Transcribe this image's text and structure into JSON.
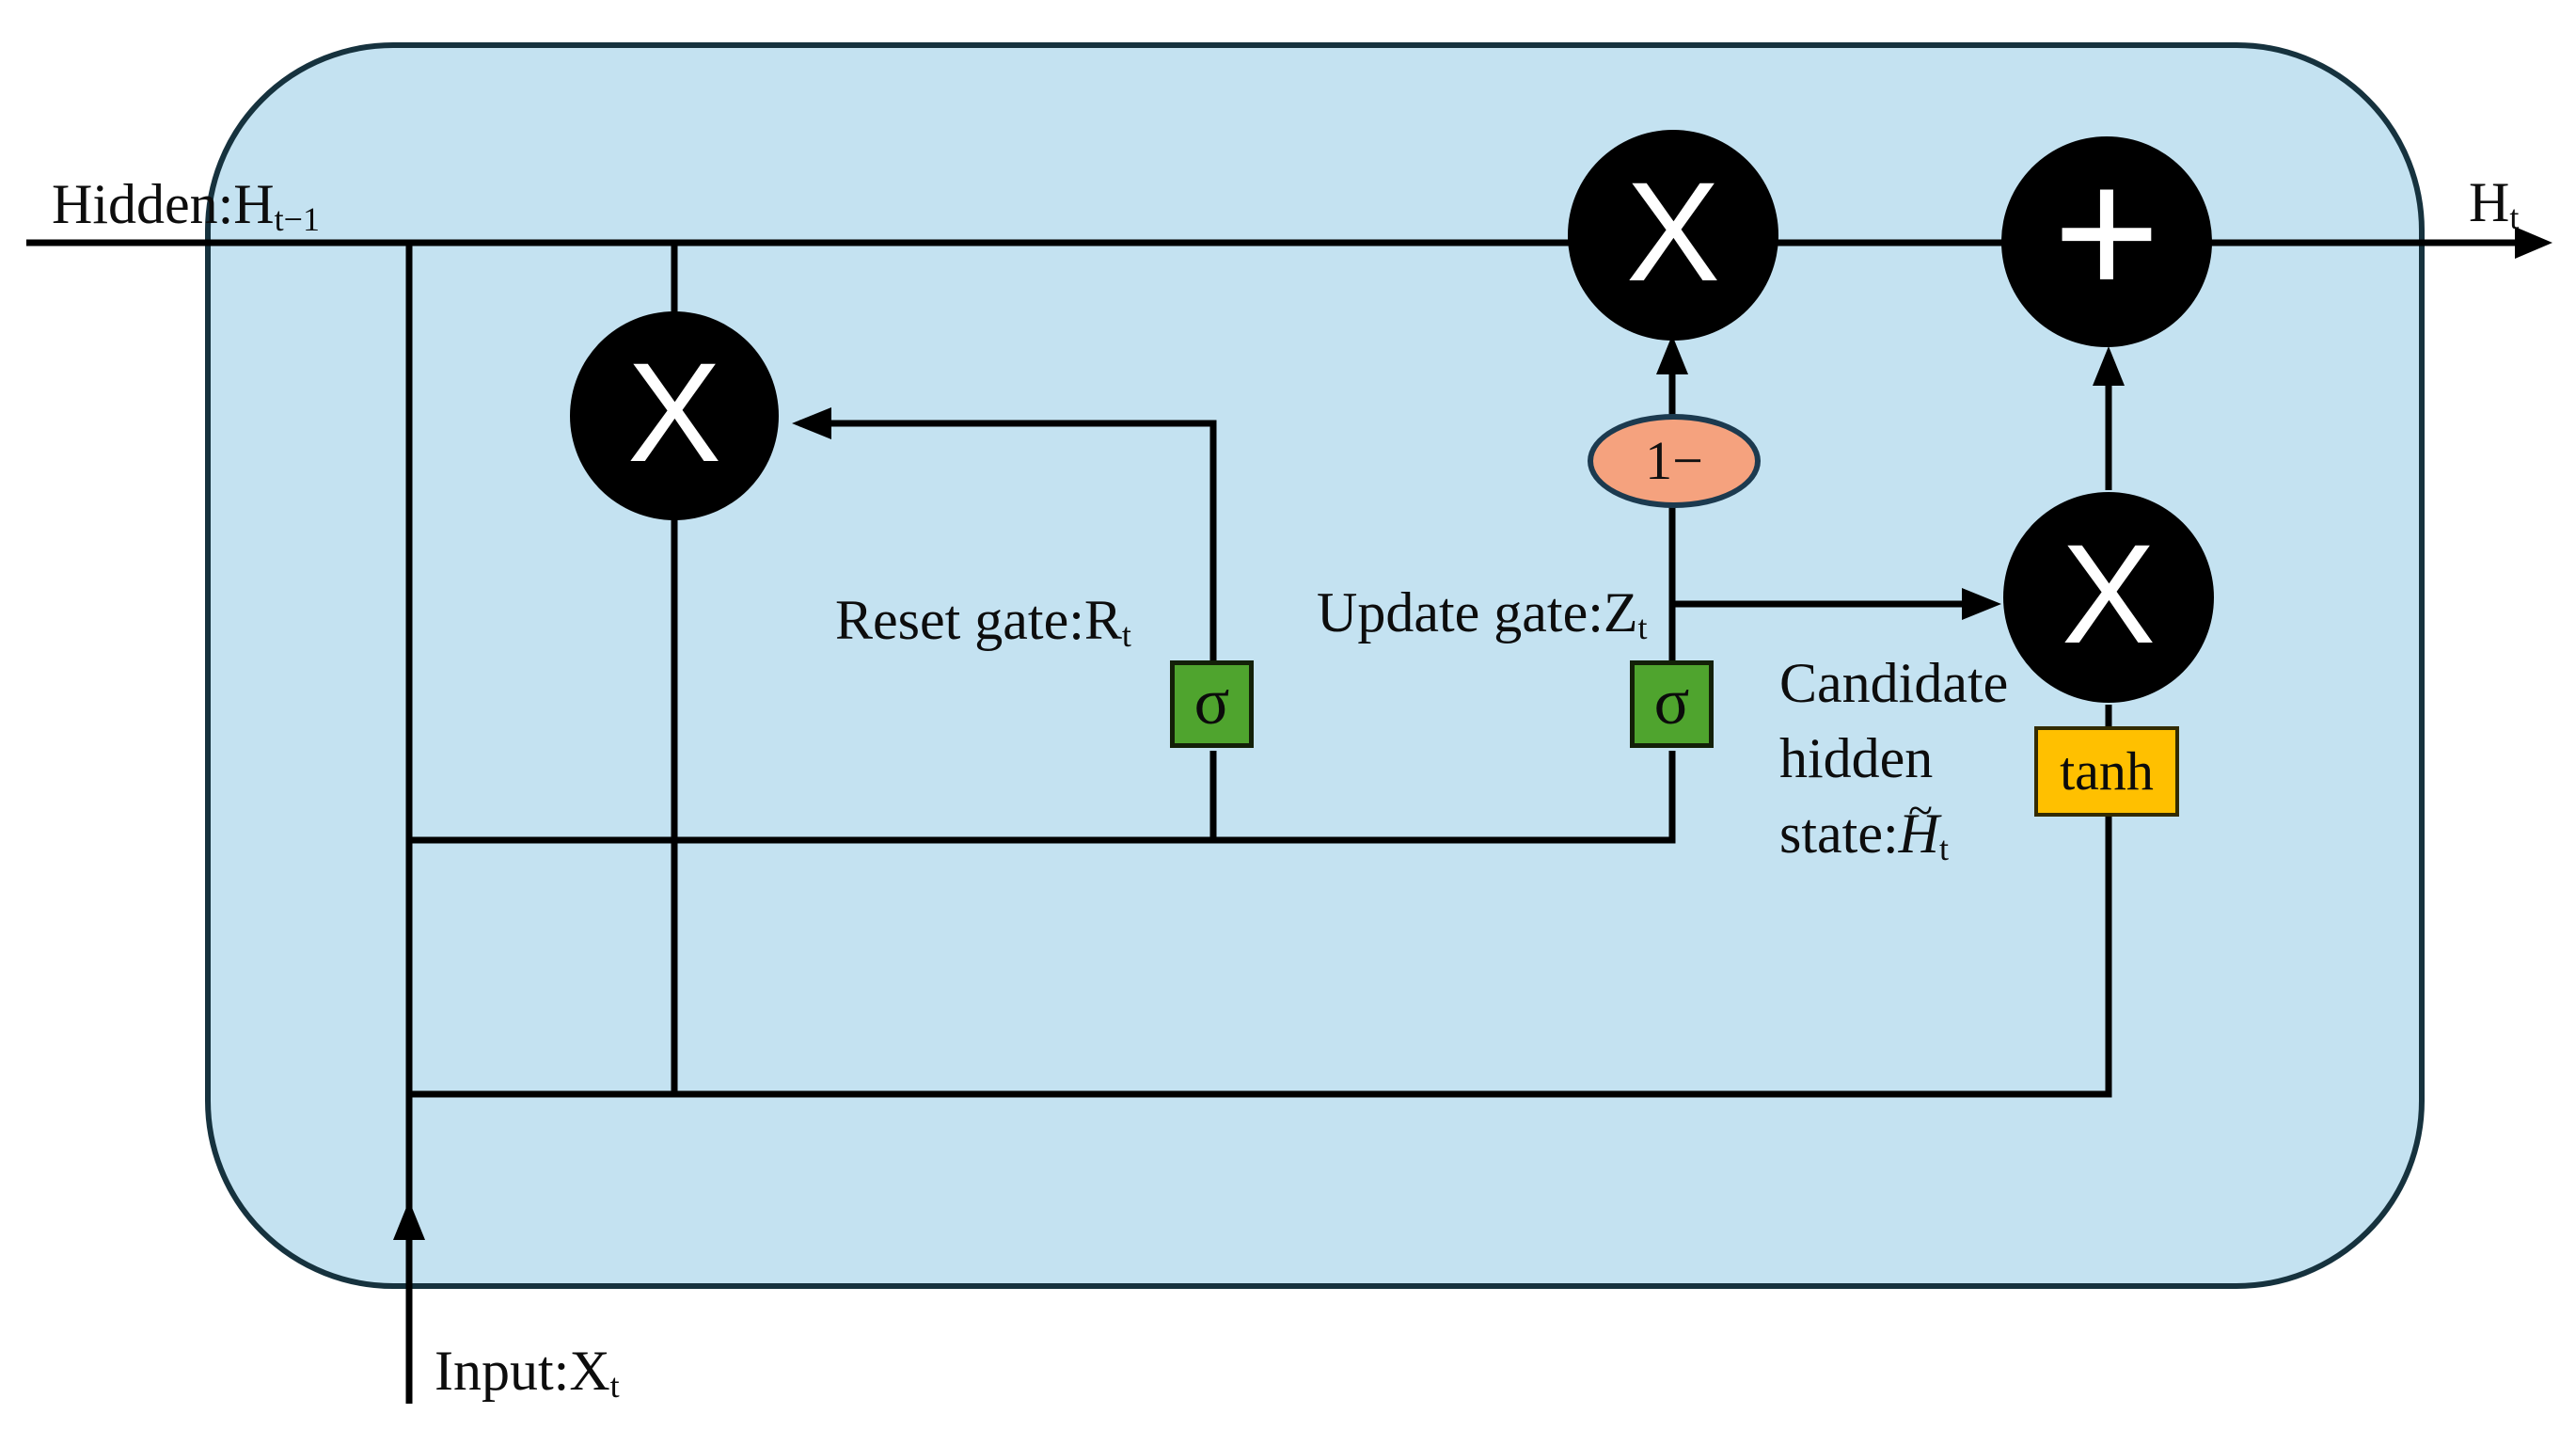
{
  "diagram": {
    "labels": {
      "hidden": {
        "text": "Hidden:H",
        "sub": "t−1"
      },
      "output": {
        "text": "H",
        "sub": "t"
      },
      "input": {
        "text": "Input:X",
        "sub": "t"
      },
      "reset": {
        "text": "Reset gate:R",
        "sub": "t"
      },
      "update": {
        "text": "Update gate:Z",
        "sub": "t"
      },
      "candidate": {
        "line1": "Candidate",
        "line2": "hidden",
        "line3_pre": "state:",
        "line3_var": "H",
        "line3_tilde": "~",
        "line3_sub": "t"
      }
    },
    "nodes": {
      "multiply_left": "X",
      "multiply_top": "X",
      "multiply_right": "X",
      "add": "+",
      "one_minus": "1−",
      "sigma_reset": "σ",
      "sigma_update": "σ",
      "tanh": "tanh"
    },
    "colors": {
      "cell_fill": "#C4E2F1",
      "cell_border": "#16323E",
      "operator_fill": "#000000",
      "operator_glyph": "#FFFFFF",
      "sigma_fill": "#4FA42E",
      "sigma_border": "#132008",
      "tanh_fill": "#FFC000",
      "tanh_border": "#332B00",
      "one_minus_fill": "#F5A27E",
      "one_minus_border": "#1C3A4F",
      "wire": "#000000",
      "text": "#0D0D0D"
    }
  }
}
